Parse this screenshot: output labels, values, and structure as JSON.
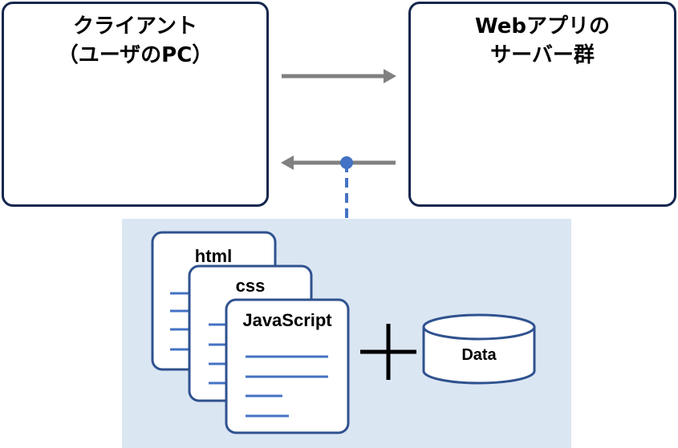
{
  "client": {
    "line1": "クライアント",
    "line2": "（ユーザのPC）"
  },
  "server": {
    "line1": "Webアプリの",
    "line2": "サーバー群"
  },
  "documents": {
    "html": "html",
    "css": "css",
    "js": "JavaScript"
  },
  "data": {
    "label": "Data"
  },
  "colors": {
    "border": "#14264e",
    "arrow": "#808080",
    "accent": "#4472c4",
    "panel": "#dbe6f3",
    "plus": "#000000"
  }
}
